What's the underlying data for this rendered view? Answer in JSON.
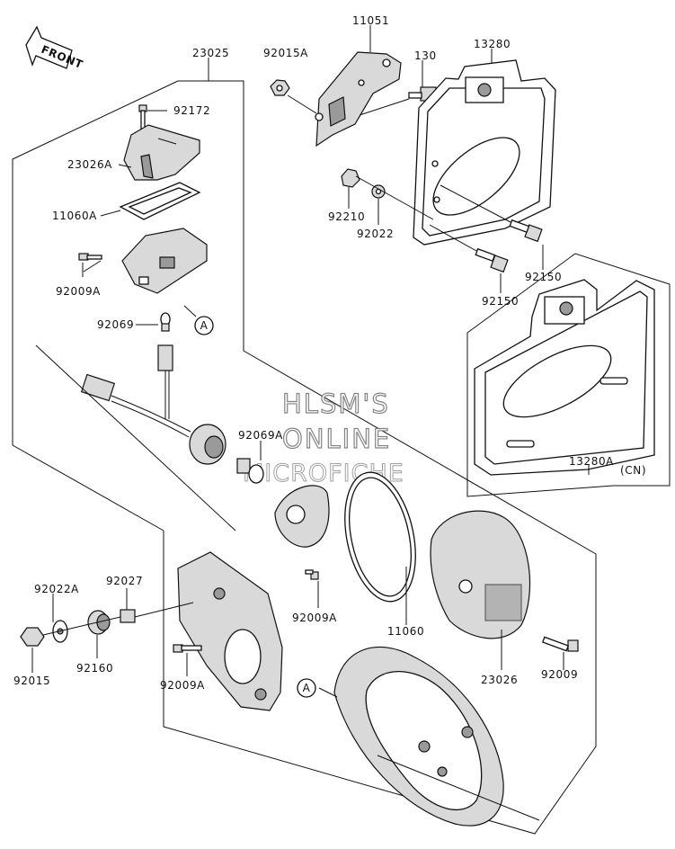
{
  "front_label": "FRONT",
  "watermark": {
    "line1": "HLSM'S",
    "line2": "ONLINE",
    "line3": "MICROFICHE"
  },
  "region_note": "(CN)",
  "ref_marker": "A",
  "parts": {
    "p23025": "23025",
    "p11051": "11051",
    "p92015A": "92015A",
    "p130": "130",
    "p13280": "13280",
    "p92172": "92172",
    "p23026A": "23026A",
    "p11060A": "11060A",
    "p92009A_top": "92009A",
    "p92069": "92069",
    "p92210": "92210",
    "p92022": "92022",
    "p92150_a": "92150",
    "p92150_b": "92150",
    "p92069A": "92069A",
    "p13280A": "13280A",
    "p92022A": "92022A",
    "p92027": "92027",
    "p92015": "92015",
    "p92160": "92160",
    "p92009A_mid": "92009A",
    "p92009A_low": "92009A",
    "p11060": "11060",
    "p23026": "23026",
    "p92009": "92009"
  }
}
